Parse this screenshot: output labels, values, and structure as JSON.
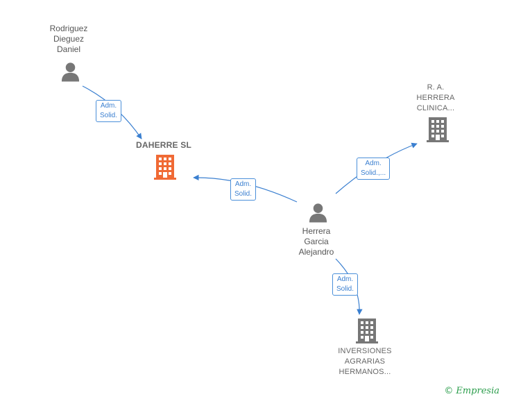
{
  "colors": {
    "edge": "#3a7fd0",
    "person": "#777777",
    "company": "#777777",
    "highlight": "#f06a35"
  },
  "people": [
    {
      "id": "rodriguez",
      "lines": [
        "Rodriguez",
        "Dieguez",
        "Daniel"
      ]
    },
    {
      "id": "herrera",
      "lines": [
        "Herrera",
        "Garcia",
        "Alejandro"
      ]
    }
  ],
  "companies": [
    {
      "id": "daherre",
      "lines": [
        "DAHERRE  SL"
      ],
      "highlight": true
    },
    {
      "id": "ra-herrera",
      "lines": [
        "R.  A.",
        "HERRERA",
        "CLINICA..."
      ]
    },
    {
      "id": "inversiones",
      "lines": [
        "INVERSIONES",
        "AGRARIAS",
        "HERMANOS..."
      ]
    }
  ],
  "edges": [
    {
      "id": "rodriguez-daherre",
      "label": [
        "Adm.",
        "Solid."
      ]
    },
    {
      "id": "herrera-daherre",
      "label": [
        "Adm.",
        "Solid."
      ]
    },
    {
      "id": "herrera-raherrera",
      "label": [
        "Adm.",
        "Solid.,..."
      ]
    },
    {
      "id": "herrera-inversiones",
      "label": [
        "Adm.",
        "Solid."
      ]
    }
  ],
  "brand": {
    "copyright": "©",
    "name": "Empresia"
  }
}
